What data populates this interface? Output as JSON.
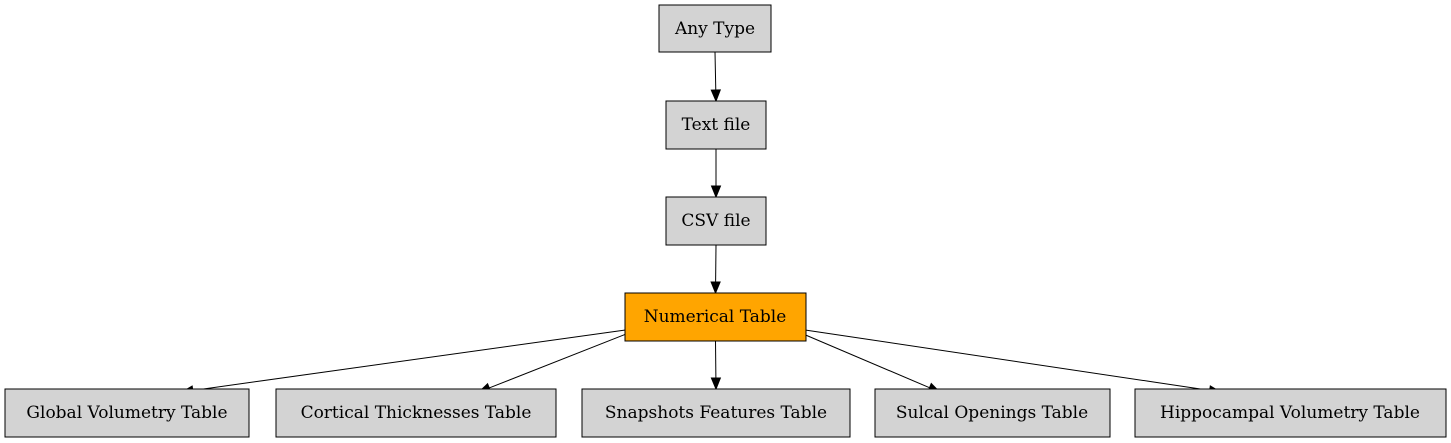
{
  "diagram": {
    "nodes": [
      {
        "id": "any_type",
        "label": "Any Type",
        "fill": "#d3d3d3",
        "border": "#000000"
      },
      {
        "id": "text_file",
        "label": "Text file",
        "fill": "#d3d3d3",
        "border": "#000000"
      },
      {
        "id": "csv_file",
        "label": "CSV file",
        "fill": "#d3d3d3",
        "border": "#000000"
      },
      {
        "id": "numerical_table",
        "label": "Numerical Table",
        "fill": "#ffa500",
        "border": "#ffa500"
      },
      {
        "id": "global_volumetry_table",
        "label": "Global Volumetry Table",
        "fill": "#d3d3d3",
        "border": "#000000"
      },
      {
        "id": "cortical_thicknesses_table",
        "label": "Cortical Thicknesses Table",
        "fill": "#d3d3d3",
        "border": "#000000"
      },
      {
        "id": "snapshots_features_table",
        "label": "Snapshots Features Table",
        "fill": "#d3d3d3",
        "border": "#000000"
      },
      {
        "id": "sulcal_openings_table",
        "label": "Sulcal Openings Table",
        "fill": "#d3d3d3",
        "border": "#000000"
      },
      {
        "id": "hippocampal_volumetry_table",
        "label": "Hippocampal Volumetry Table",
        "fill": "#d3d3d3",
        "border": "#000000"
      }
    ],
    "edges": [
      {
        "from": "any_type",
        "to": "text_file"
      },
      {
        "from": "text_file",
        "to": "csv_file"
      },
      {
        "from": "csv_file",
        "to": "numerical_table"
      },
      {
        "from": "numerical_table",
        "to": "global_volumetry_table"
      },
      {
        "from": "numerical_table",
        "to": "cortical_thicknesses_table"
      },
      {
        "from": "numerical_table",
        "to": "snapshots_features_table"
      },
      {
        "from": "numerical_table",
        "to": "sulcal_openings_table"
      },
      {
        "from": "numerical_table",
        "to": "hippocampal_volumetry_table"
      }
    ]
  }
}
